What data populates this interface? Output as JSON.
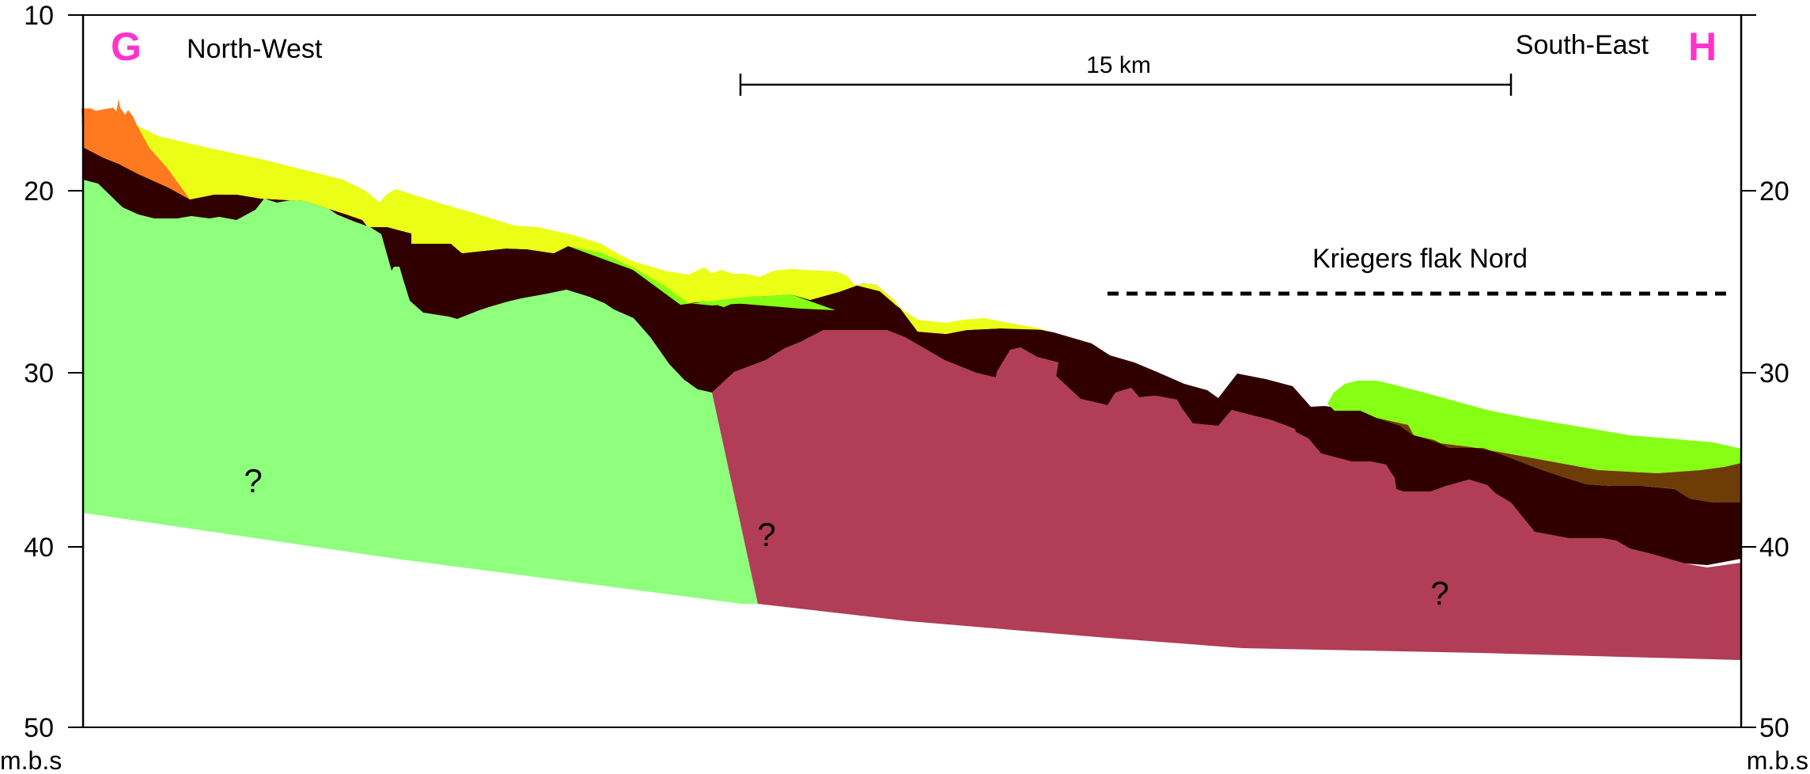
{
  "labels": {
    "left_endpoint": "G",
    "right_endpoint": "H",
    "left_direction": "North-West",
    "right_direction": "South-East",
    "scale_bar": "15 km",
    "site": "Kriegers flak Nord",
    "unit_left": "m.b.s",
    "unit_right": "m.b.s",
    "unknown_1": "?",
    "unknown_2": "?",
    "unknown_3": "?"
  },
  "axis": {
    "ticks_left": [
      "10",
      "20",
      "30",
      "40",
      "50"
    ],
    "ticks_right": [
      "20",
      "30",
      "40",
      "50"
    ],
    "range": [
      10,
      50
    ],
    "direction": "depth increasing downward"
  },
  "colors": {
    "endpoint_label": "#ff33cc",
    "unit_light_green": "#8fff7e",
    "unit_red": "#b13d57",
    "unit_dark_brown": "#300000",
    "unit_yellow": "#ebff16",
    "unit_orange": "#ff7a1e",
    "unit_bright_green": "#86ff14",
    "unit_brown": "#6e3c07"
  }
}
